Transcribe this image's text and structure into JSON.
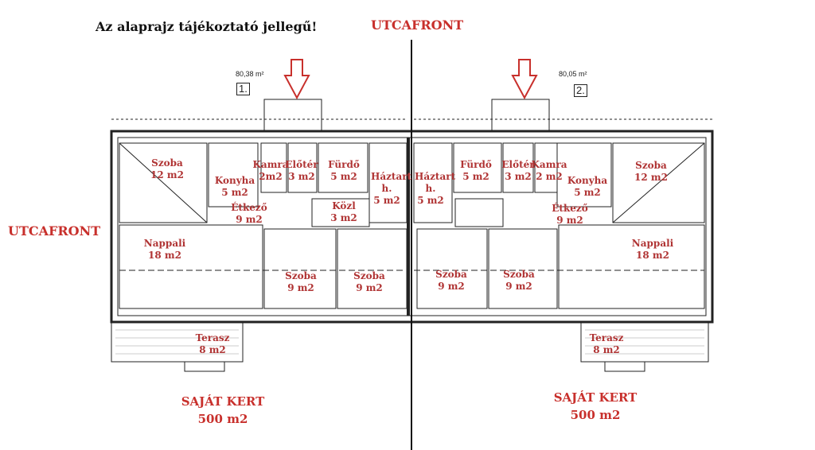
{
  "header": {
    "note": "Az alaprajz tájékoztató jellegű!",
    "street_top": "UTCAFRONT",
    "street_left": "UTCAFRONT"
  },
  "units": [
    {
      "number": "1.",
      "area": "80,38 m²",
      "garden": {
        "label": "SAJÁT KERT",
        "area": "500 m2"
      },
      "rooms": [
        {
          "name": "Szoba",
          "area": "12 m2"
        },
        {
          "name": "Konyha",
          "area": "5 m2"
        },
        {
          "name": "Kamra",
          "area": "2m2"
        },
        {
          "name": "Előtér",
          "area": "3 m2"
        },
        {
          "name": "Fürdő",
          "area": "5 m2"
        },
        {
          "name": "Háztart h.",
          "area": "5 m2"
        },
        {
          "name": "Étkező",
          "area": "9 m2"
        },
        {
          "name": "Közl",
          "area": "3 m2"
        },
        {
          "name": "Nappali",
          "area": "18 m2"
        },
        {
          "name": "Szoba",
          "area": "9 m2"
        },
        {
          "name": "Szoba",
          "area": "9 m2"
        },
        {
          "name": "Terasz",
          "area": "8 m2"
        }
      ]
    },
    {
      "number": "2.",
      "area": "80,05 m²",
      "garden": {
        "label": "SAJÁT KERT",
        "area": "500 m2"
      },
      "rooms": [
        {
          "name": "Háztart h.",
          "area": "5 m2"
        },
        {
          "name": "Fürdő",
          "area": "5 m2"
        },
        {
          "name": "Előtér",
          "area": "3 m2"
        },
        {
          "name": "Kamra",
          "area": "2 m2"
        },
        {
          "name": "Konyha",
          "area": "5 m2"
        },
        {
          "name": "Szoba",
          "area": "12 m2"
        },
        {
          "name": "Étkező",
          "area": "9 m2"
        },
        {
          "name": "Nappali",
          "area": "18 m2"
        },
        {
          "name": "Szoba",
          "area": "9 m2"
        },
        {
          "name": "Szoba",
          "area": "9 m2"
        },
        {
          "name": "Terasz",
          "area": "8 m2"
        }
      ]
    }
  ],
  "colors": {
    "accent": "#c8302c",
    "room_label": "#b03434",
    "wall": "#222222"
  }
}
